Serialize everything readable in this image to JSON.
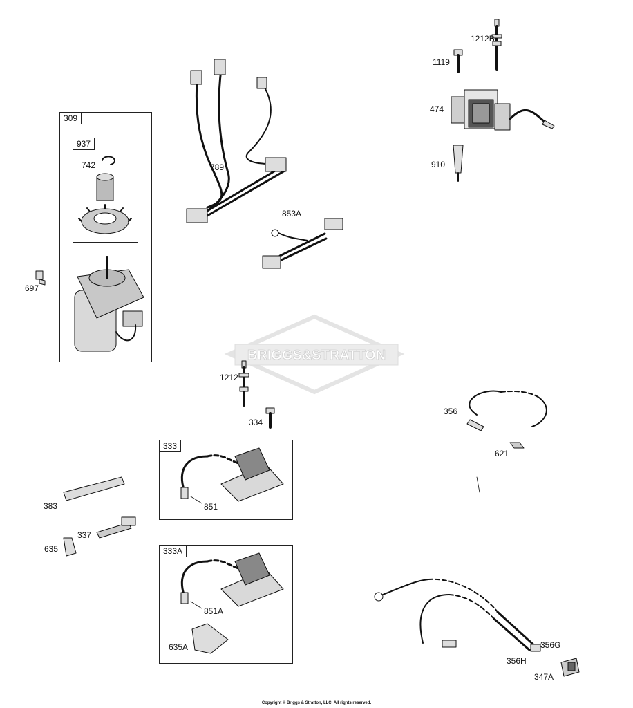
{
  "diagram": {
    "groups": [
      {
        "id": "309",
        "label": "309"
      },
      {
        "id": "937",
        "label": "937"
      },
      {
        "id": "333",
        "label": "333"
      },
      {
        "id": "333A",
        "label": "333A"
      }
    ],
    "part_labels": {
      "p1212B": "1212B",
      "p1119": "1119",
      "p474": "474",
      "p910": "910",
      "p789": "789",
      "p853A": "853A",
      "p742": "742",
      "p697": "697",
      "p1212": "1212",
      "p334": "334",
      "p356": "356",
      "p621": "621",
      "p851": "851",
      "p383": "383",
      "p337": "337",
      "p635": "635",
      "p851A": "851A",
      "p635A": "635A",
      "p356G": "356G",
      "p356H": "356H",
      "p347A": "347A"
    },
    "watermark": "BRIGGS&STRATTON",
    "copyright": "Copyright © Briggs & Stratton, LLC. All rights reserved.",
    "colors": {
      "line": "#111111",
      "part_fill": "#d9d9d9",
      "watermark": "#e6e6e6"
    }
  }
}
